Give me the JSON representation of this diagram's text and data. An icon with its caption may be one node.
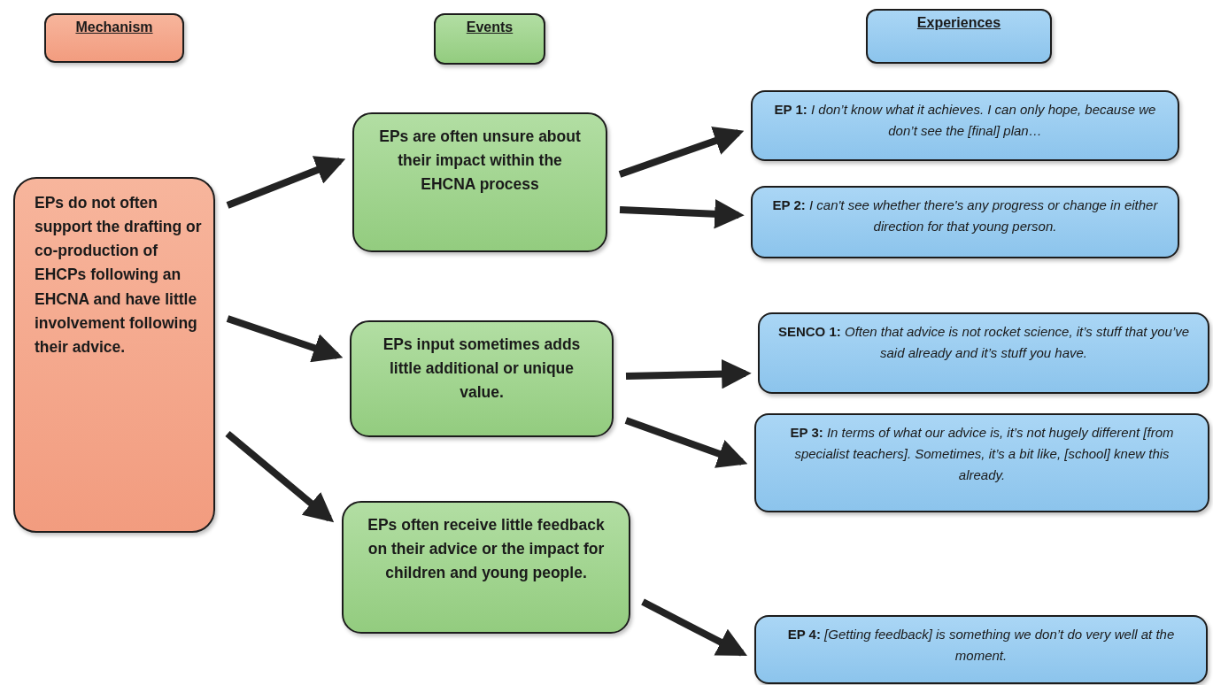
{
  "diagram": {
    "nodes": [
      {
        "text": [
          "Mechanism"
        ]
      },
      {
        "text": [
          "Events"
        ]
      },
      {
        "text": [
          "Experiences"
        ]
      },
      {
        "text": [
          "EPs do not often support the drafting or co-production of EHCPs following an EHCNA and have little involvement following their advice."
        ]
      },
      {
        "text": [
          "EPs are often unsure about their impact within the EHCNA process"
        ]
      },
      {
        "text": [
          "EPs input sometimes adds little additional or unique value."
        ]
      },
      {
        "text": [
          "EPs often receive little feedback on their advice or the impact for children and young people."
        ]
      },
      {
        "text": [
          "**EP 1:** *I don’t know what it achieves. I can only hope, because we don’t see the [final] plan…*"
        ]
      },
      {
        "text": [
          "**EP 2:** *I can't see whether there's any progress or change in either direction for that young person.*"
        ]
      },
      {
        "text": [
          "**SENCO 1:** *Often that advice is not rocket science, it’s stuff that you’ve said already and it’s stuff you have.*"
        ]
      },
      {
        "text": [
          "**EP 3:** *In terms of what our advice is, it’s not hugely different [from specialist teachers]. Sometimes, it’s a bit like, [school] knew this already.*"
        ]
      },
      {
        "text": [
          "**EP 4:** *[Getting feedback] is something we don’t do very well at the moment.*"
        ]
      }
    ],
    "edges": [
      {
        "from": 3,
        "to": 4,
        "arrow": "to"
      },
      {
        "from": 3,
        "to": 5,
        "arrow": "to"
      },
      {
        "from": 3,
        "to": 6,
        "arrow": "to"
      },
      {
        "from": 4,
        "to": 7,
        "arrow": "to"
      },
      {
        "from": 4,
        "to": 8,
        "arrow": "to"
      },
      {
        "from": 5,
        "to": 9,
        "arrow": "to"
      },
      {
        "from": 5,
        "to": 10,
        "arrow": "to"
      },
      {
        "from": 6,
        "to": 11,
        "arrow": "to"
      }
    ]
  }
}
